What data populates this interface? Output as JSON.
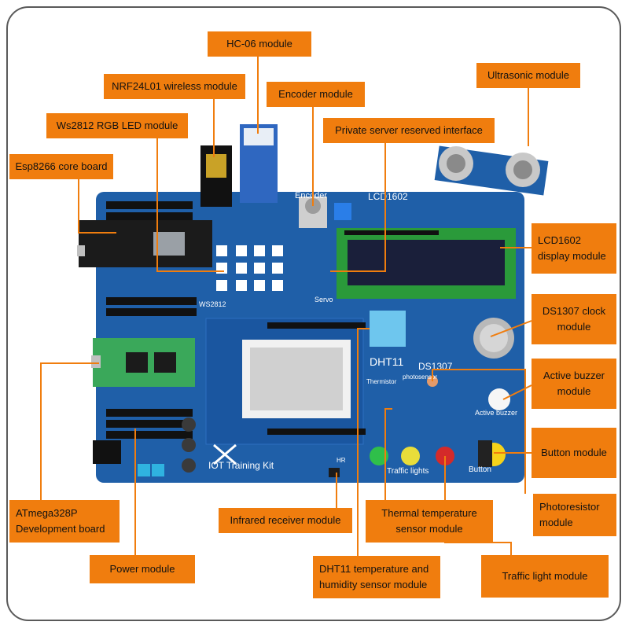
{
  "board": {
    "kit_title": "IOT Training Kit",
    "silkscreen": {
      "lcd": "LCD1602",
      "encoder": "Encoder",
      "ws2812": "WS2812",
      "servo": "Servo",
      "dht11": "DHT11",
      "ds1307": "DS1307",
      "thermistor": "Thermistor",
      "photosensor": "photosensor",
      "active_buzzer": "Active buzzer",
      "traffic_lights": "Traffic lights",
      "button": "Button",
      "hr": "HR"
    }
  },
  "callouts": {
    "hc06": "HC-06 module",
    "nrf24l01": "NRF24L01 wireless module",
    "encoder": "Encoder module",
    "ultrasonic": "Ultrasonic module",
    "ws2812": "Ws2812 RGB LED module",
    "private_server": "Private server reserved interface",
    "esp8266": "Esp8266 core board",
    "lcd1602_line1": "LCD1602",
    "lcd1602_line2": "display module",
    "ds1307_line1": "DS1307 clock",
    "ds1307_line2": "module",
    "active_buzzer_line1": "Active buzzer",
    "active_buzzer_line2": "module",
    "button": "Button module",
    "photoresistor_line1": "Photoresistor",
    "photoresistor_line2": "module",
    "atmega_line1": "ATmega328P",
    "atmega_line2": "Development board",
    "infrared": "Infrared receiver module",
    "thermal_line1": "Thermal temperature",
    "thermal_line2": "sensor module",
    "power": "Power module",
    "dht11_line1": "DHT11 temperature and",
    "dht11_line2": "humidity sensor module",
    "traffic_light": "Traffic light module"
  },
  "colors": {
    "board": "#1f5fa8",
    "label_bg": "#f07d0e",
    "leader": "#f07d0e"
  }
}
